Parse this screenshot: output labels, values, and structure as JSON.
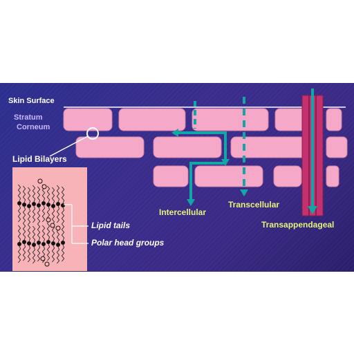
{
  "labels": {
    "skin_surface": "Skin Surface",
    "stratum": "Stratum",
    "corneum": "Corneum",
    "lipid_bilayers": "Lipid Bilayers",
    "lipid_tails": "Lipid tails",
    "polar_head_groups": "Polar head groups",
    "intercellular": "Intercellular",
    "transcellular": "Transcellular",
    "transappendageal": "Transappendageal"
  },
  "colors": {
    "cell_fill": "#f5a8c8",
    "arrow": "#12a6a6",
    "follicle": "#c4316f",
    "label_yellow": "#e8f27a",
    "label_lavender": "#c9b8ff"
  }
}
